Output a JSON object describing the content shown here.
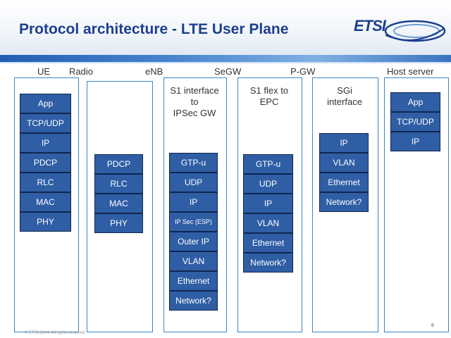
{
  "slide": {
    "title": "Protocol architecture - LTE User Plane",
    "logo_text": "ETSI",
    "page_number": "8",
    "footer": "© ETSI 2014. All rights reserved"
  },
  "colors": {
    "title": "#1d3f8e",
    "box_fill": "#2f5ea5",
    "box_border": "#0f2650",
    "region_border": "#3b86c9",
    "band": "#3a73c0"
  },
  "columns": [
    "UE",
    "Radio",
    "eNB",
    "SeGW",
    "P-GW",
    "Host server"
  ],
  "stacks": {
    "ue": [
      "App",
      "TCP/UDP",
      "IP",
      "PDCP",
      "RLC",
      "MAC",
      "PHY"
    ],
    "enb_radio": [
      "PDCP",
      "RLC",
      "MAC",
      "PHY"
    ],
    "s1": {
      "desc_lines": [
        "S1 interface",
        "to",
        "IPSec GW"
      ],
      "items": [
        "GTP-u",
        "UDP",
        "IP",
        "IP Sec (ESP)",
        "Outer IP",
        "VLAN",
        "Ethernet",
        "Network?"
      ]
    },
    "s1flex": {
      "desc_lines": [
        "S1 flex to",
        "EPC"
      ],
      "items": [
        "GTP-u",
        "UDP",
        "IP",
        "VLAN",
        "Ethernet",
        "Network?"
      ]
    },
    "sgi": {
      "desc_lines": [
        "SGi",
        "interface"
      ],
      "items": [
        "IP",
        "VLAN",
        "Ethernet",
        "Network?"
      ]
    },
    "host": [
      "App",
      "TCP/UDP",
      "IP"
    ]
  }
}
